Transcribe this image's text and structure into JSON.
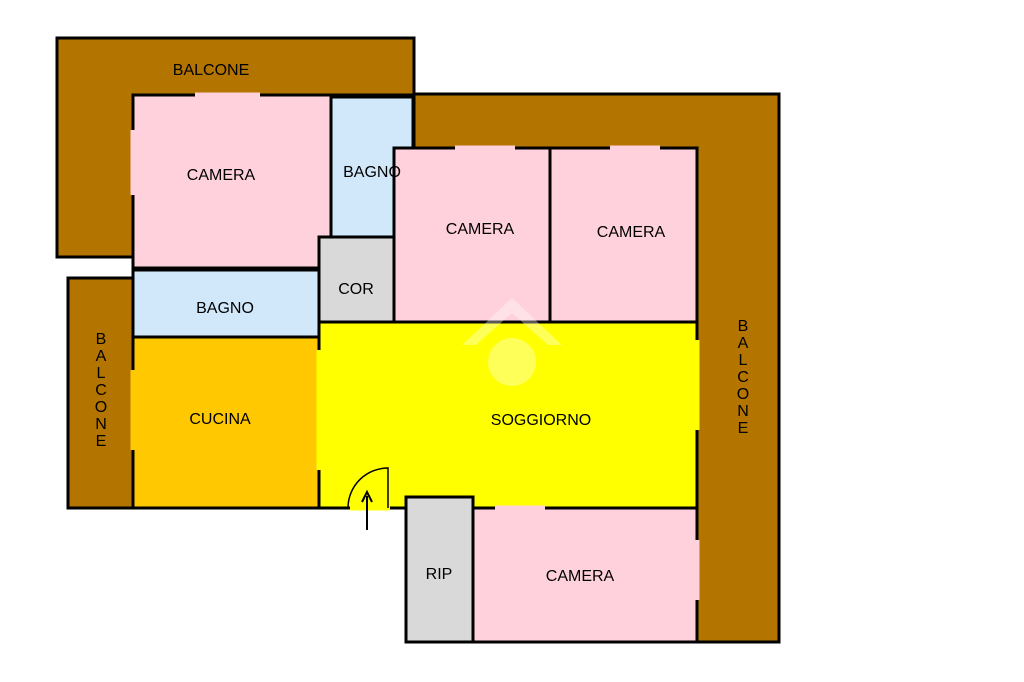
{
  "rooms": {
    "balcone_top": "BALCONE",
    "camera_tl": "CAMERA",
    "bagno_top": "BAGNO",
    "camera_mid": "CAMERA",
    "camera_right": "CAMERA",
    "bagno_left": "BAGNO",
    "cor": "COR",
    "cucina": "CUCINA",
    "soggiorno": "SOGGIORNO",
    "rip": "RIP",
    "camera_bottom": "CAMERA",
    "balcone_left": [
      "B",
      "A",
      "L",
      "C",
      "O",
      "N",
      "E"
    ],
    "balcone_right": [
      "B",
      "A",
      "L",
      "C",
      "O",
      "N",
      "E"
    ]
  },
  "colors": {
    "balcony": "#b37400",
    "camera": "#ffd1dc",
    "bagno": "#d1e8fa",
    "corridor": "#d9d9d9",
    "cucina": "#ffc800",
    "soggiorno": "#ffff00",
    "wall": "#000000"
  }
}
